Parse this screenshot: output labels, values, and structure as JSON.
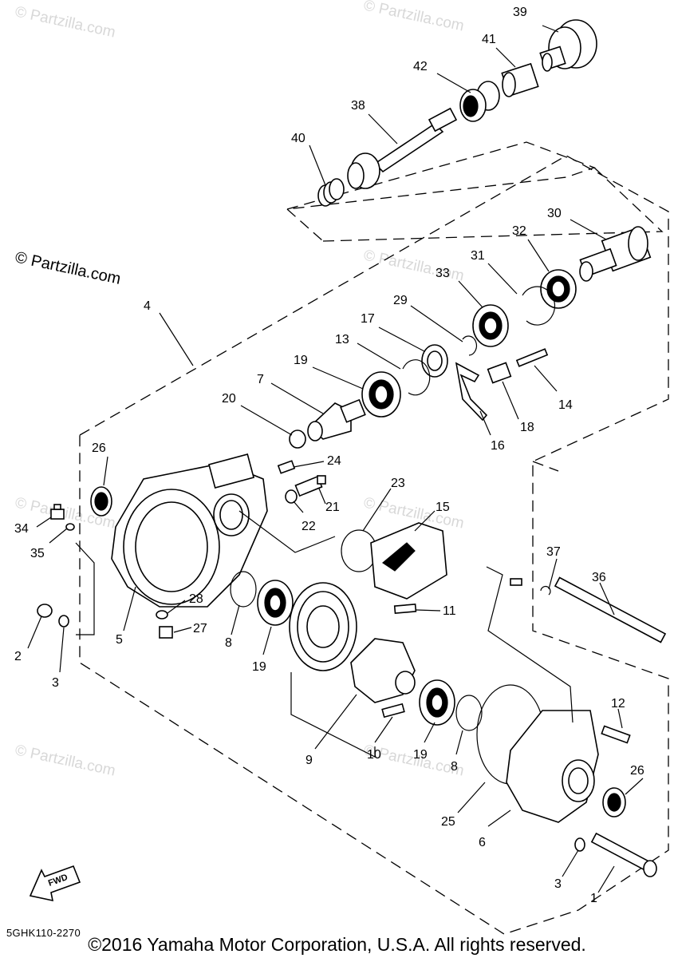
{
  "watermarks": {
    "brand": "© Partzilla.com",
    "brand_faint": "© Partzilla.com"
  },
  "callouts": [
    "39",
    "41",
    "42",
    "38",
    "40",
    "30",
    "32",
    "31",
    "33",
    "29",
    "17",
    "13",
    "19",
    "14",
    "18",
    "16",
    "7",
    "20",
    "26",
    "24",
    "23",
    "15",
    "21",
    "22",
    "34",
    "35",
    "37",
    "36",
    "28",
    "27",
    "11",
    "2",
    "3",
    "5",
    "8",
    "19",
    "12",
    "26",
    "9",
    "10",
    "19",
    "8",
    "25",
    "6",
    "3",
    "1",
    "4"
  ],
  "fwd_label": "FWD",
  "drawing_code": "5GHK110-2270",
  "copyright": "©2016 Yamaha Motor Corporation, U.S.A. All rights reserved."
}
